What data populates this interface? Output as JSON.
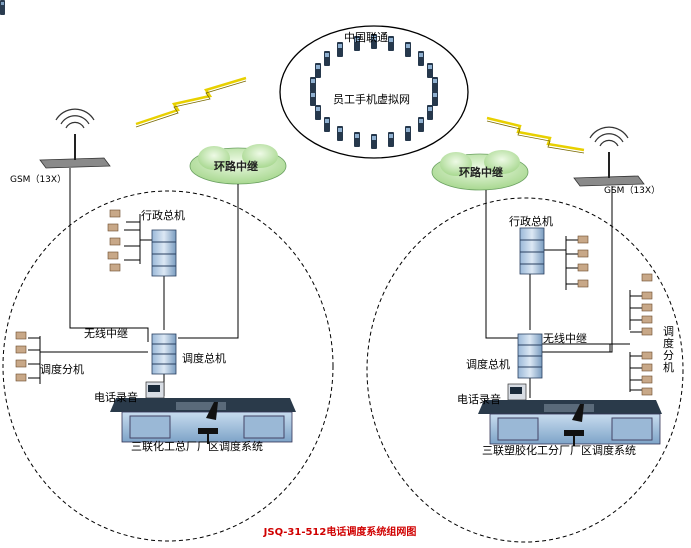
{
  "network": {
    "carrier": "中国联通",
    "vpn": "员工手机虚拟网"
  },
  "left": {
    "gsm": "GSM（13X）",
    "relay_cloud": "环路中继",
    "admin_switch": "行政总机",
    "wireless_relay": "无线中继",
    "dispatch_switch": "调度总机",
    "dispatch_ext": "调度分机",
    "recording": "电话录音",
    "system_name": "三联化工总厂厂区调度系统"
  },
  "right": {
    "gsm": "GSM（13X）",
    "relay_cloud": "环路中继",
    "admin_switch": "行政总机",
    "wireless_relay": "无线中继",
    "dispatch_switch": "调度总机",
    "dispatch_ext": "调度分机",
    "recording": "电话录音",
    "system_name": "三联塑胶化工分厂厂区调度系统"
  },
  "caption": "JSQ-31-512电话调度系统组网图",
  "colors": {
    "caption": "#d00000",
    "cloud": "#d8f0c8",
    "switch": "#5a7ea8"
  }
}
